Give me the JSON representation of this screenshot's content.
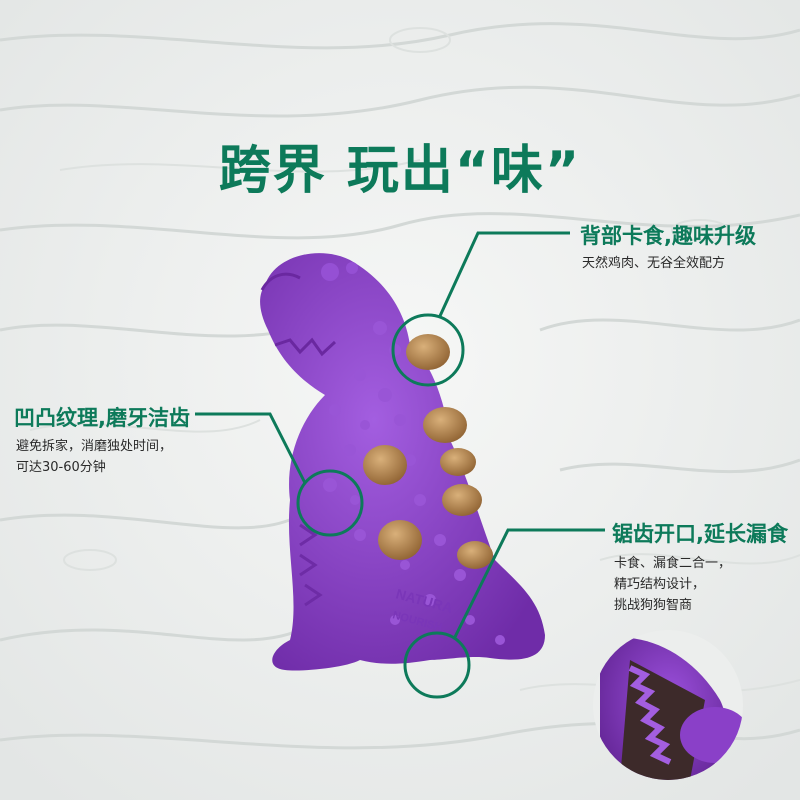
{
  "headline": "跨界 玩出“味”",
  "callouts": [
    {
      "title": "背部卡食,趣味升级",
      "desc": [
        "天然鸡肉、无谷全效配方"
      ]
    },
    {
      "title": "凹凸纹理,磨牙洁齿",
      "desc": [
        "避免拆家，消磨独处时间，",
        "可达30-60分钟"
      ]
    },
    {
      "title": "锯齿开口,延长漏食",
      "desc": [
        "卡食、漏食二合一，",
        "精巧结构设计，",
        "挑战狗狗智商"
      ]
    }
  ],
  "product_embossed_text": [
    "NATURA",
    "NOURISH"
  ],
  "colors": {
    "accent": "#0d7a5a",
    "toy": "#8a3fc8",
    "treat": "#b8874e"
  }
}
